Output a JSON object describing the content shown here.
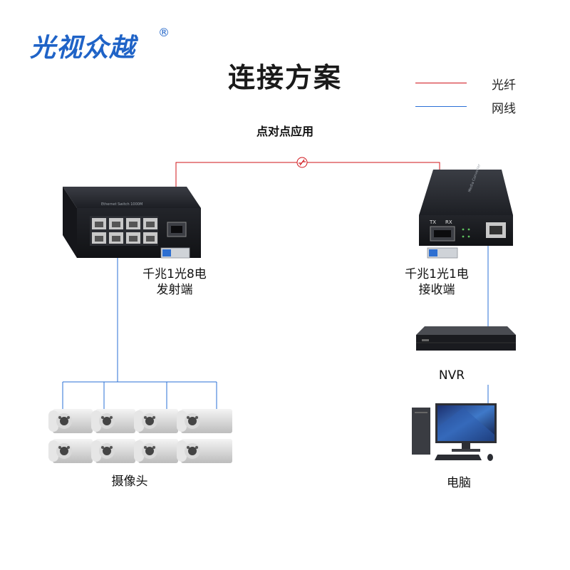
{
  "logo": {
    "text": "光视众越",
    "registered": "®"
  },
  "title": "连接方案",
  "subtitle": "点对点应用",
  "legend": {
    "fiber": {
      "label": "光纤",
      "color": "#d0141a"
    },
    "network": {
      "label": "网线",
      "color": "#2a6fd6"
    }
  },
  "devices": {
    "sender": {
      "line1": "千兆1光8电",
      "line2": "发射端"
    },
    "receiver": {
      "line1": "千兆1光1电",
      "line2": "接收端"
    },
    "nvr": {
      "label": "NVR"
    },
    "computer": {
      "label": "电脑"
    },
    "cameras": {
      "label": "摄像头",
      "count": 8
    }
  }
}
